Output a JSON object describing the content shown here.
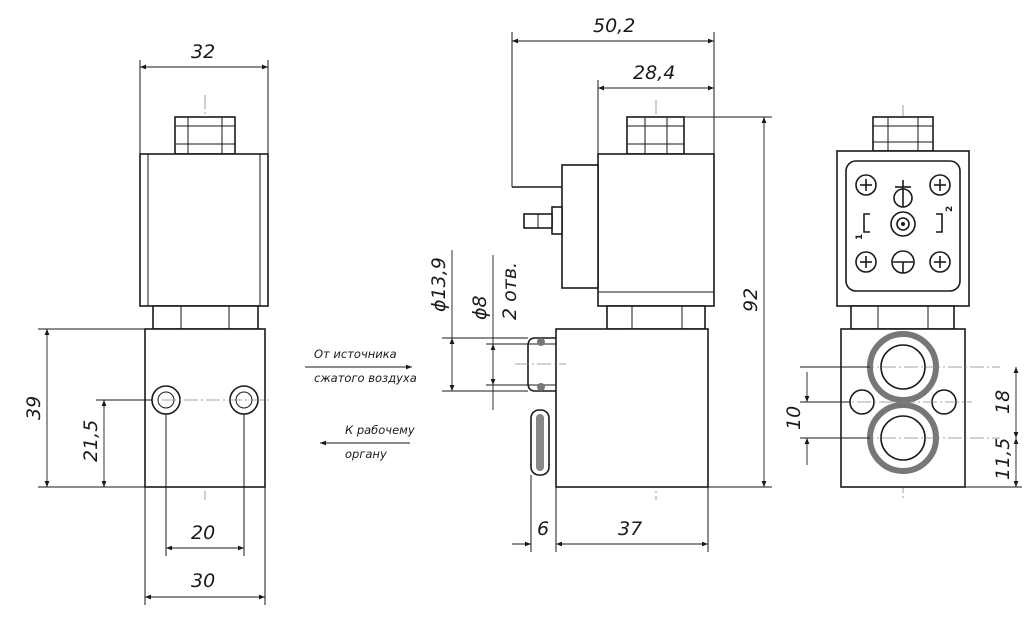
{
  "drawing": {
    "front_view": {
      "dim_width_top": "32",
      "dim_height": "39",
      "dim_hole_height": "21,5",
      "dim_hole_spacing": "20",
      "dim_width_bottom": "30"
    },
    "side_view": {
      "dim_total_depth": "50,2",
      "dim_coil_depth": "28,4",
      "dim_total_height": "92",
      "dim_port_dia": "ϕ13,9",
      "dim_hole_dia": "ϕ8",
      "dim_hole_count": "2 отв.",
      "dim_fitting_len": "6",
      "dim_block_len": "37",
      "note_source_line1": "От источника",
      "note_source_line2": "сжатого воздуха",
      "note_work_line1": "К рабочему",
      "note_work_line2": "органу"
    },
    "rear_view": {
      "dim_holes_spacing": "10",
      "dim_port_upper": "18",
      "dim_port_lower": "11,5",
      "pin_labels": [
        "1",
        "2"
      ]
    }
  }
}
